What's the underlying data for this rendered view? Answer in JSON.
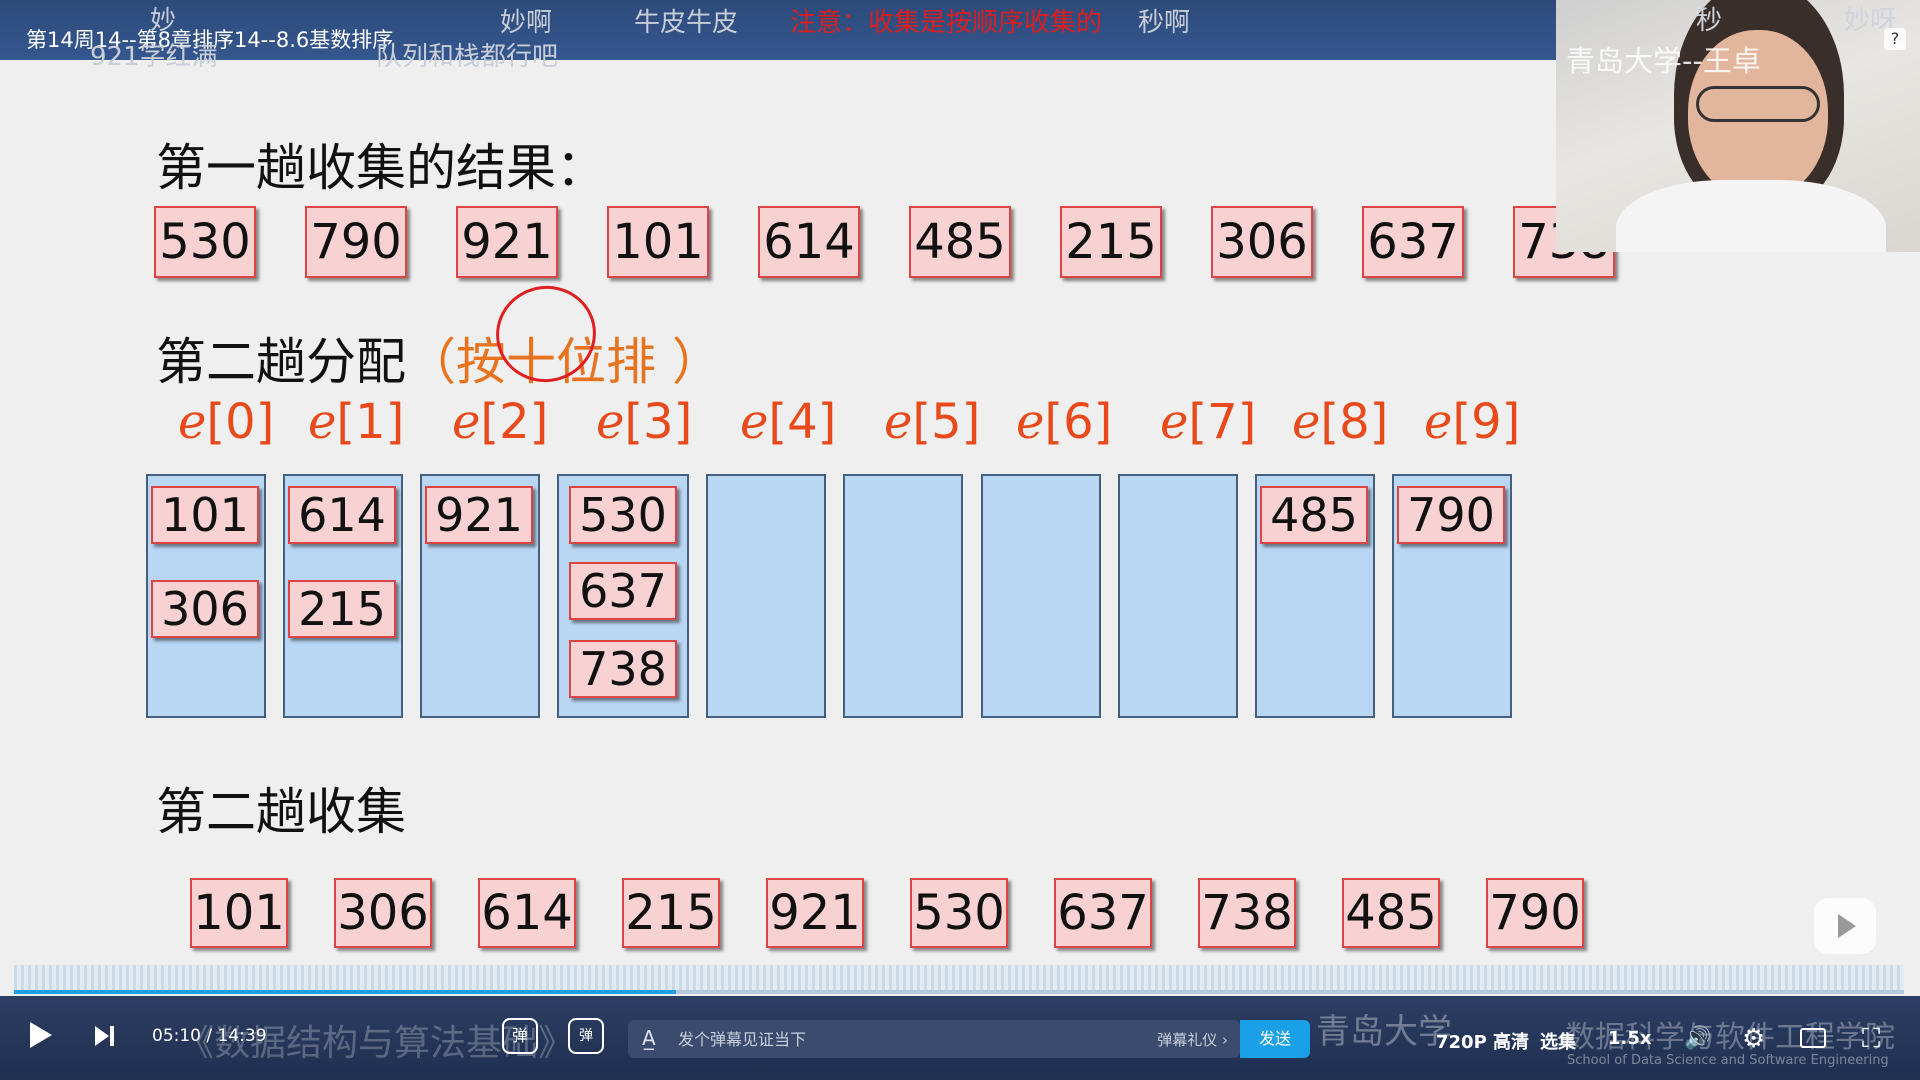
{
  "video_title": "第14周14--第8章排序14--8.6基数排序",
  "danmaku": {
    "top_left": "妙",
    "row2_left": "921字红满",
    "miao_a": "妙啊",
    "niupi": "牛皮牛皮",
    "notice": "注意：收集是按顺序收集的",
    "miao_b": "秒啊",
    "queue_stack": "队列和栈都行吧",
    "right_a": "秒",
    "right_b": "妙呀"
  },
  "slide": {
    "heading1": "第一趟收集的结果：",
    "row1": [
      "530",
      "790",
      "921",
      "101",
      "614",
      "485",
      "215",
      "306",
      "637",
      "738"
    ],
    "heading2_main": "第二趟分配",
    "heading2_note": "（按十位排 ）",
    "bucket_labels": [
      {
        "var": "e",
        "idx": "[0]"
      },
      {
        "var": "e",
        "idx": "[1]"
      },
      {
        "var": "e",
        "idx": "[2]"
      },
      {
        "var": "e",
        "idx": "[3]"
      },
      {
        "var": "e",
        "idx": "[4]"
      },
      {
        "var": "e",
        "idx": "[5]"
      },
      {
        "var": "e",
        "idx": "[6]"
      },
      {
        "var": "e",
        "idx": "[7]"
      },
      {
        "var": "e",
        "idx": "[8]"
      },
      {
        "var": "e",
        "idx": "[9]"
      }
    ],
    "buckets": [
      [
        "101",
        "306"
      ],
      [
        "614",
        "215"
      ],
      [
        "921"
      ],
      [
        "530",
        "637",
        "738"
      ],
      [],
      [],
      [],
      [],
      [
        "485"
      ],
      [
        "790"
      ]
    ],
    "heading3": "第二趟收集",
    "row3": [
      "101",
      "306",
      "614",
      "215",
      "921",
      "530",
      "637",
      "738",
      "485",
      "790"
    ]
  },
  "webcam": {
    "watermark": "青岛大学--王卓",
    "help_icon": "?"
  },
  "player": {
    "time": "05:10 / 14:39",
    "progress": 0.35,
    "caption": "《数据结构与算法基础》",
    "danmaku_toggle": "弹",
    "danmaku_settings": "弹",
    "danmaku_placeholder": "发个弹幕见证当下",
    "gift": "弹幕礼仪 ›",
    "send": "发送",
    "logo": "青岛大学",
    "school": "数据科学与软件工程学院",
    "school_en": "School of Data Science and Software Engineering",
    "quality": "720P 高清",
    "episodes": "选集",
    "speed": "1.5x",
    "volume_icon": "🔊",
    "settings_icon": "⚙",
    "fullscreen_icon": "⛶"
  }
}
